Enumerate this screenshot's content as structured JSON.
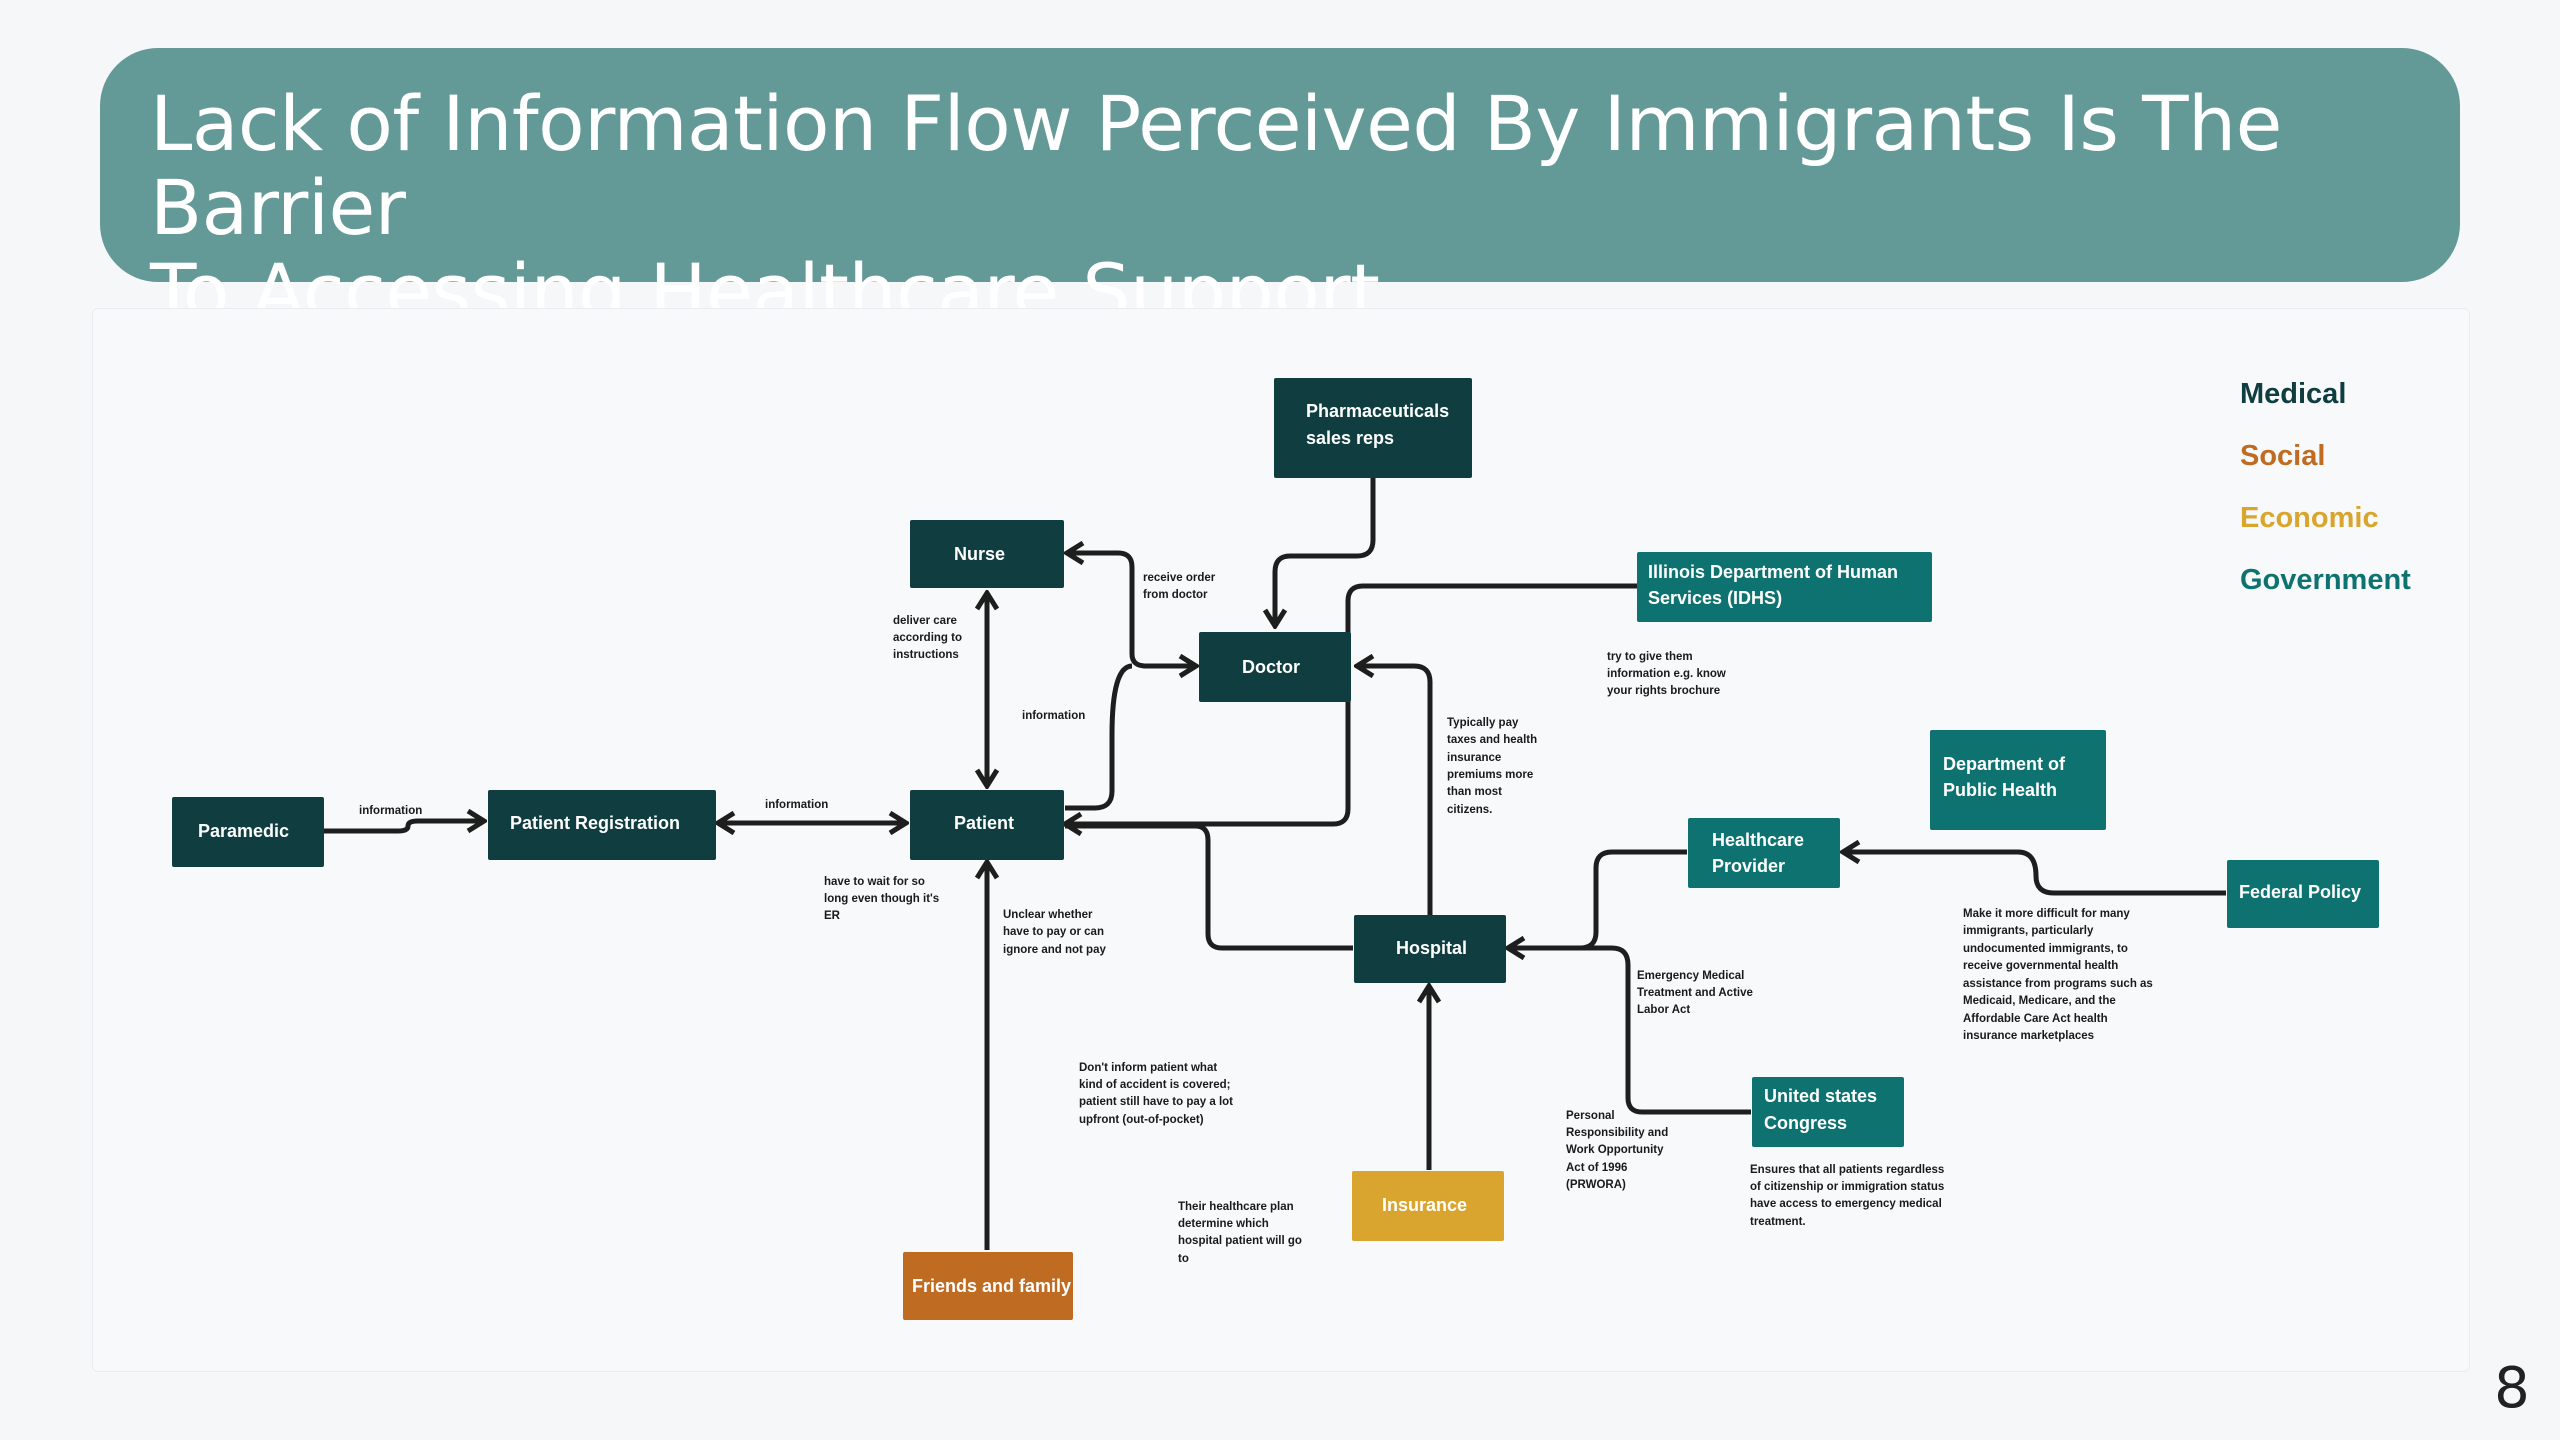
{
  "title": {
    "line1": "Lack of Information Flow Perceived By Immigrants Is The Barrier",
    "line2": "To Accessing Healthcare Support"
  },
  "page_number": "8",
  "colors": {
    "banner": "#639996",
    "medical": "#0f3d40",
    "social": "#bf6b22",
    "economic": "#d9a52e",
    "government": "#0e7370"
  },
  "legend": {
    "medical": "Medical",
    "social": "Social",
    "economic": "Economic",
    "government": "Government"
  },
  "nodes": {
    "pharma": [
      "Pharmaceuticals",
      "sales reps"
    ],
    "nurse": [
      "Nurse"
    ],
    "doctor": [
      "Doctor"
    ],
    "idhs": [
      "Illinois Department of Human",
      "Services (IDHS)"
    ],
    "paramedic": [
      "Paramedic"
    ],
    "registration": [
      "Patient Registration"
    ],
    "patient": [
      "Patient"
    ],
    "dph": [
      "Department of",
      "Public Health"
    ],
    "provider": [
      "Healthcare",
      "Provider"
    ],
    "federal": [
      "Federal Policy"
    ],
    "hospital": [
      "Hospital"
    ],
    "congress": [
      "United states",
      "Congress"
    ],
    "insurance": [
      "Insurance"
    ],
    "friends": [
      "Friends and family"
    ]
  },
  "annotations": {
    "receive_order": [
      "receive order",
      "from doctor"
    ],
    "deliver_care": [
      "deliver care",
      "according to",
      "instructions"
    ],
    "information_nurse": [
      "information"
    ],
    "information_paramedic": [
      "information"
    ],
    "information_registration": [
      "information"
    ],
    "try_give": [
      "try to give them",
      "information e.g. know",
      "your rights brochure"
    ],
    "typically_pay": [
      "Typically pay",
      "taxes and health",
      "insurance",
      "premiums more",
      "than most",
      "citizens."
    ],
    "have_to_wait": [
      "have to wait for so",
      "long even though it's",
      "ER"
    ],
    "unclear": [
      "Unclear whether",
      "have to pay or can",
      "ignore and not pay"
    ],
    "make_difficult": [
      "Make it more difficult for many",
      "immigrants, particularly",
      "undocumented immigrants, to",
      "receive governmental health",
      "assistance from programs such as",
      "Medicaid, Medicare, and the",
      "Affordable Care Act health",
      "insurance marketplaces"
    ],
    "emtala": [
      "Emergency Medical",
      "Treatment and Active",
      "Labor Act"
    ],
    "dont_inform": [
      "Don't inform patient what",
      "kind of accident is covered;",
      "patient still have to pay a lot",
      "upfront (out-of-pocket)"
    ],
    "prwora": [
      "Personal",
      "Responsibility and",
      "Work Opportunity",
      "Act of 1996",
      "(PRWORA)"
    ],
    "ensures": [
      "Ensures that all patients regardless",
      "of citizenship or immigration status",
      "have access to emergency medical",
      "treatment."
    ],
    "their_plan": [
      "Their healthcare plan",
      "determine which",
      "hospital patient will go",
      "to"
    ]
  }
}
